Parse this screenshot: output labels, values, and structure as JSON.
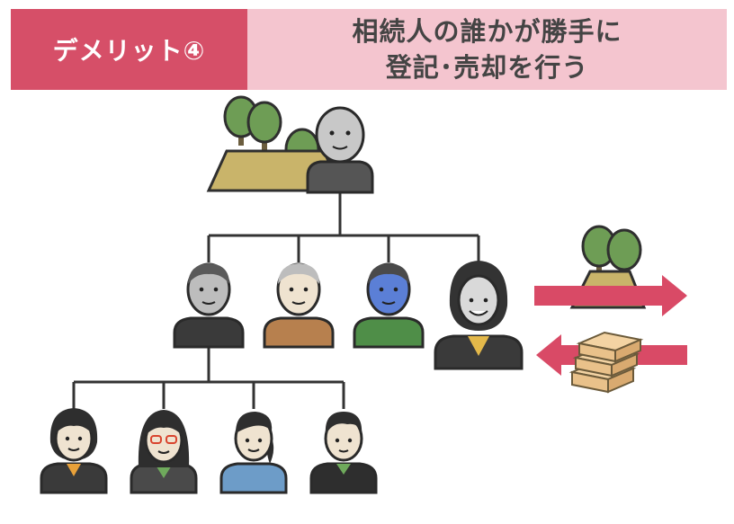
{
  "banner": {
    "label": "デメリット④",
    "title_line1": "相続人の誰かが勝手に",
    "title_line2": "登記･売却を行う"
  },
  "colors": {
    "banner_dark": "#d64f68",
    "banner_light": "#f4c5cf",
    "arrow": "#d94a66",
    "tree": "#6e9d55",
    "land": "#c9b46a",
    "line": "#333333"
  },
  "icons": {
    "land": "land-with-trees-icon",
    "money": "money-bundle-icon",
    "sell_arrow": "arrow-right-icon",
    "pay_arrow": "arrow-left-icon"
  },
  "people": {
    "deceased": {
      "shirt": "#555555"
    },
    "heirs": [
      {
        "shirt": "#3a3a3a",
        "hair": "#5a5a5a"
      },
      {
        "shirt": "#b7804e",
        "hair": "#bdbdbd"
      },
      {
        "shirt": "#4f8e48",
        "hair": "#4a4a4a"
      },
      {
        "shirt": "#3a3a3a",
        "hair": "#333333"
      }
    ],
    "grandchildren": [
      {
        "shirt": "#3a3a3a"
      },
      {
        "shirt": "#4a4a4a"
      },
      {
        "shirt": "#6d9cc8"
      },
      {
        "shirt": "#2e2e2e"
      }
    ]
  }
}
